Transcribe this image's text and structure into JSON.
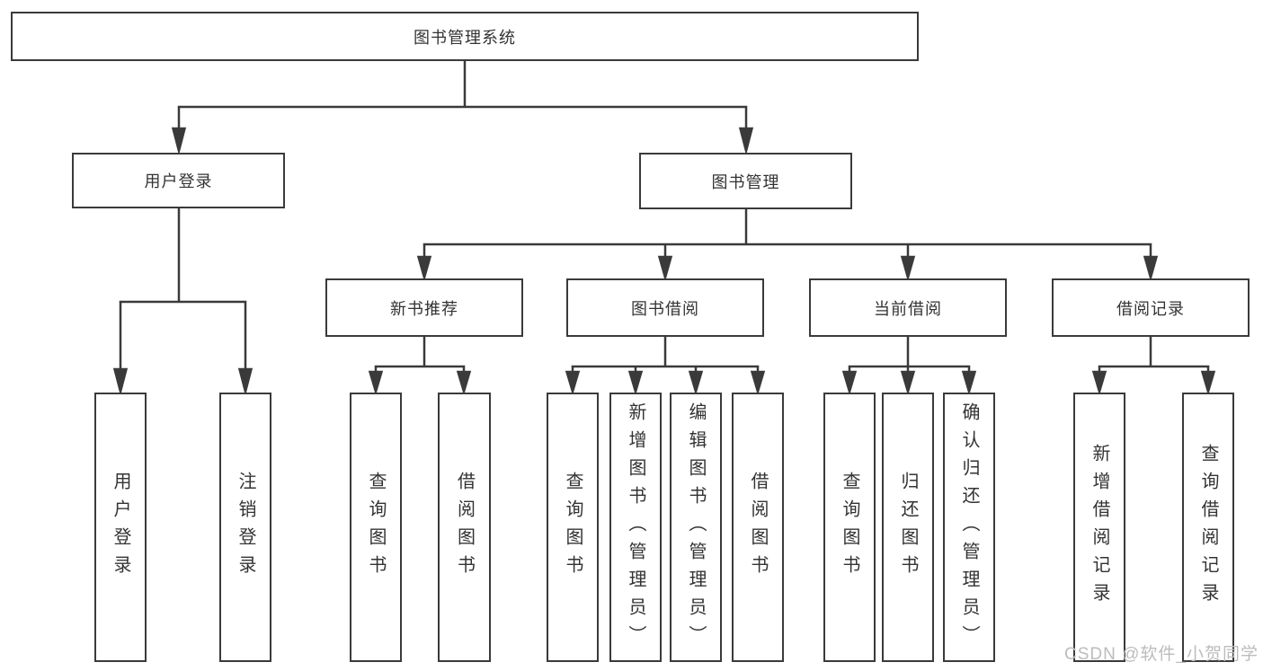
{
  "diagram": {
    "type": "tree",
    "colors": {
      "line": "#3a3a3a",
      "text": "#333333",
      "box_background": "#ffffff",
      "watermark": "#bcbcbc"
    },
    "nodes": {
      "root": {
        "label": "图书管理系统"
      },
      "level2": [
        {
          "label": "用户登录"
        },
        {
          "label": "图书管理"
        }
      ],
      "level3": [
        {
          "label": "新书推荐",
          "parent": "图书管理"
        },
        {
          "label": "图书借阅",
          "parent": "图书管理"
        },
        {
          "label": "当前借阅",
          "parent": "图书管理"
        },
        {
          "label": "借阅记录",
          "parent": "图书管理"
        }
      ],
      "leaves": [
        {
          "label": "用户登录",
          "parent": "用户登录"
        },
        {
          "label": "注销登录",
          "parent": "用户登录"
        },
        {
          "label": "查询图书",
          "parent": "新书推荐"
        },
        {
          "label": "借阅图书",
          "parent": "新书推荐"
        },
        {
          "label": "查询图书",
          "parent": "图书借阅"
        },
        {
          "label": "新增图书（管理员）",
          "parent": "图书借阅"
        },
        {
          "label": "编辑图书（管理员）",
          "parent": "图书借阅"
        },
        {
          "label": "借阅图书",
          "parent": "图书借阅"
        },
        {
          "label": "查询图书",
          "parent": "当前借阅"
        },
        {
          "label": "归还图书",
          "parent": "当前借阅"
        },
        {
          "label": "确认归还（管理员）",
          "parent": "当前借阅"
        },
        {
          "label": "新增借阅记录",
          "parent": "借阅记录"
        },
        {
          "label": "查询借阅记录",
          "parent": "借阅记录"
        }
      ]
    },
    "watermark": {
      "text": "CSDN @软件_小贺同学"
    }
  }
}
